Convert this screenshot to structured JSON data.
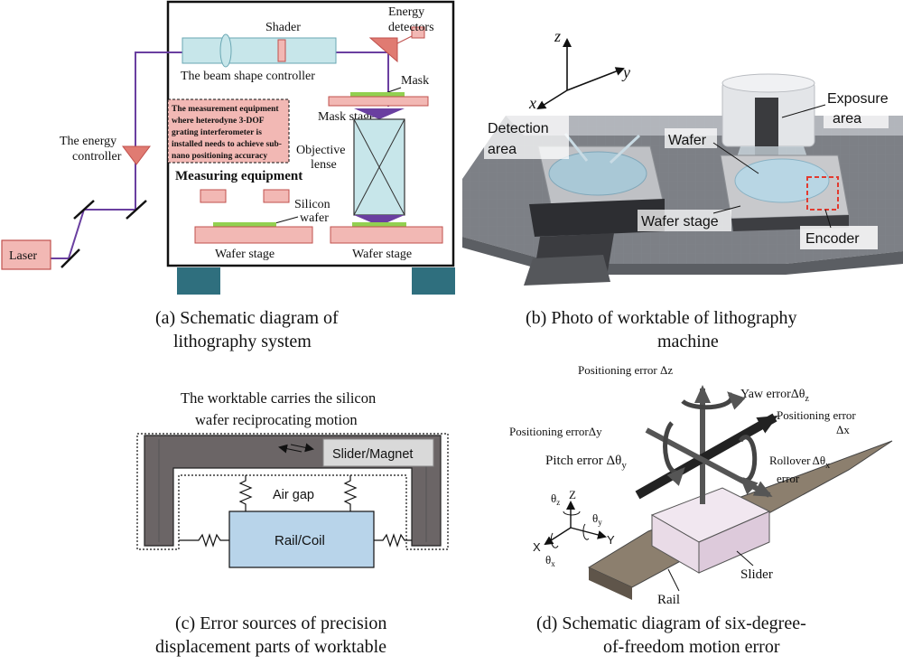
{
  "panel_a": {
    "caption": [
      "(a) Schematic diagram of",
      "lithography system"
    ],
    "laser": "Laser",
    "energy_controller": [
      "The energy",
      "controller"
    ],
    "beam_shape_controller": "The beam shape controller",
    "shader": "Shader",
    "energy_detectors": [
      "Energy",
      "detectors"
    ],
    "mask": "Mask",
    "mask_stage": "Mask stage",
    "objective_lense": [
      "Objective",
      "lense"
    ],
    "note": [
      "The measurement equipment",
      "where heterodyne 3-DOF",
      "grating interferometer is",
      "installed needs to achieve sub-",
      "nano positioning accuracy"
    ],
    "measuring_equipment": "Measuring equipment",
    "silicon_wafer": [
      "Silicon",
      "wafer"
    ],
    "wafer_stage_left": "Wafer stage",
    "wafer_stage_right": "Wafer stage",
    "colors": {
      "beam": "#6a3fa0",
      "pink_box": "#f2b8b4",
      "pink_border": "#c0504d",
      "teal": "#c7e6ea",
      "green": "#92d050",
      "foot": "#2f6f7e"
    }
  },
  "panel_b": {
    "caption": [
      "(b) Photo of worktable of lithography",
      "machine"
    ],
    "axis_z": "z",
    "axis_y": "y",
    "axis_x": "x",
    "detection_area": [
      "Detection",
      "area"
    ],
    "exposure_area": [
      "Exposure",
      "area"
    ],
    "wafer": "Wafer",
    "wafer_stage": "Wafer stage",
    "encoder": "Encoder"
  },
  "panel_c": {
    "caption": [
      "(c) Error sources of precision",
      "displacement parts of worktable"
    ],
    "title": [
      "The worktable carries the silicon",
      "wafer reciprocating motion"
    ],
    "slider_magnet": "Slider/Magnet",
    "air_gap": "Air gap",
    "rail_coil": "Rail/Coil",
    "colors": {
      "frame": "#6b6566",
      "slider": "#d9d9d9",
      "rail": "#b8d4ea"
    }
  },
  "panel_d": {
    "caption": [
      "(d) Schematic diagram of six-degree-",
      "of-freedom motion error"
    ],
    "pos_err_z": "Positioning error Δz",
    "yaw_err": "Yaw errorΔθ",
    "yaw_sub": "z",
    "pos_err_x": [
      "Positioning error",
      "Δx"
    ],
    "pos_err_y": "Positioning errorΔy",
    "pitch_err": "Pitch error Δθ",
    "pitch_sub": "y",
    "rollover": [
      "Rollover",
      "Δθ",
      "x",
      "error"
    ],
    "slider": "Slider",
    "rail": "Rail",
    "triad": {
      "theta_z": "θ",
      "theta_z_sub": "z",
      "z": "Z",
      "theta_y": "θ",
      "theta_y_sub": "y",
      "x": "X",
      "y": "Y",
      "theta_x": "θ",
      "theta_x_sub": "x"
    }
  }
}
